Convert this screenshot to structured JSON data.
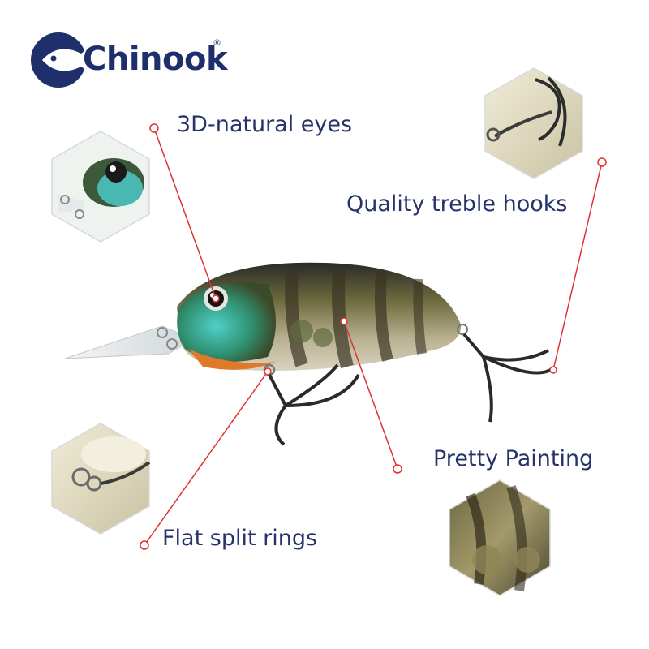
{
  "brand": {
    "name": "Chinook",
    "registered_mark": "®",
    "color": "#1e2f6b"
  },
  "features": {
    "eyes": "3D-natural eyes",
    "hooks": "Quality treble hooks",
    "painting": "Pretty Painting",
    "rings": "Flat split rings"
  },
  "colors": {
    "label_text": "#26336b",
    "callout_line": "#e03030",
    "hex_border": "#d8d8d8"
  }
}
